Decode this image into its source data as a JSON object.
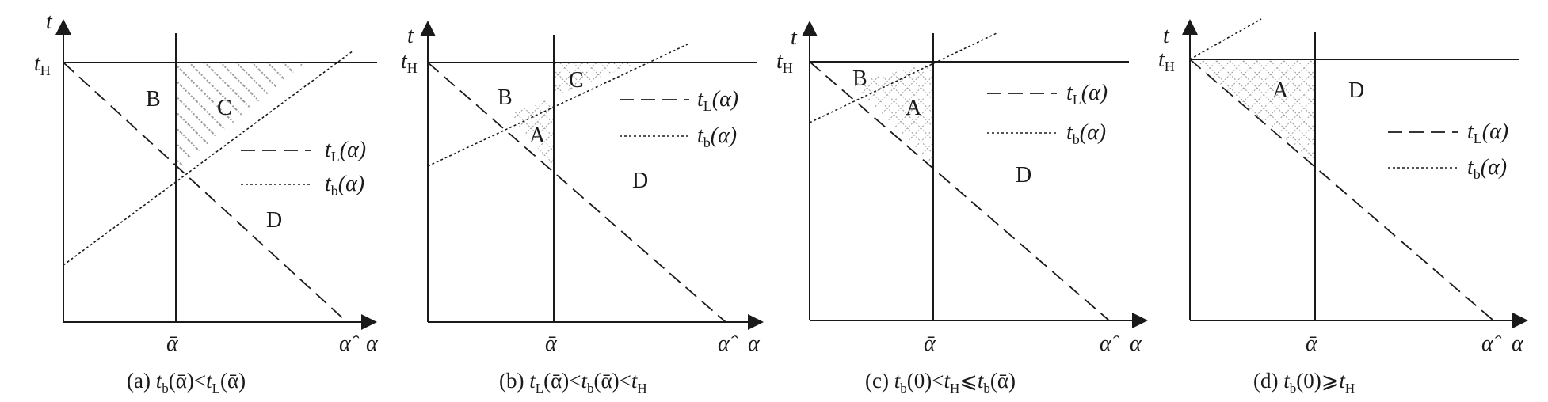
{
  "panels": [
    {
      "id": "a",
      "caption": {
        "prefix": "(a) ",
        "a1": "t",
        "a1sub": "b",
        "a1arg": "(ᾱ)",
        "op1": "<",
        "b1": "t",
        "b1sub": "L",
        "b1arg": "(ᾱ)",
        "op2": "",
        "c1": "",
        "c1sub": ""
      },
      "t_axis": "t",
      "alpha_axis": "α",
      "tH_main": "t",
      "tH_sub": "H",
      "alpha_bar": "ᾱ",
      "alpha_hat": "α̂",
      "regions": {
        "B": "B",
        "C": "C",
        "D": "D"
      },
      "legend": {
        "tL_main": "t",
        "tL_sub": "L",
        "tL_arg": "(α)",
        "tb_main": "t",
        "tb_sub": "b",
        "tb_arg": "(α)"
      }
    },
    {
      "id": "b",
      "caption": {
        "prefix": "(b) ",
        "a1": "t",
        "a1sub": "L",
        "a1arg": "(ᾱ)",
        "op1": "<",
        "b1": "t",
        "b1sub": "b",
        "b1arg": "(ᾱ)",
        "op2": "<",
        "c1": "t",
        "c1sub": "H"
      },
      "t_axis": "t",
      "alpha_axis": "α",
      "tH_main": "t",
      "tH_sub": "H",
      "alpha_bar": "ᾱ",
      "alpha_hat": "α̂",
      "regions": {
        "A": "A",
        "B": "B",
        "C": "C",
        "D": "D"
      },
      "legend": {
        "tL_main": "t",
        "tL_sub": "L",
        "tL_arg": "(α)",
        "tb_main": "t",
        "tb_sub": "b",
        "tb_arg": "(α)"
      }
    },
    {
      "id": "c",
      "caption": {
        "prefix": "(c) ",
        "a1": "t",
        "a1sub": "b",
        "a1arg": "(0)",
        "op1": "<",
        "b1": "t",
        "b1sub": "H",
        "b1arg": "",
        "op2": "⩽",
        "c1": "t",
        "c1sub": "b",
        "c1arg": "(ᾱ)"
      },
      "t_axis": "t",
      "alpha_axis": "α",
      "tH_main": "t",
      "tH_sub": "H",
      "alpha_bar": "ᾱ",
      "alpha_hat": "α̂",
      "regions": {
        "A": "A",
        "B": "B",
        "D": "D"
      },
      "legend": {
        "tL_main": "t",
        "tL_sub": "L",
        "tL_arg": "(α)",
        "tb_main": "t",
        "tb_sub": "b",
        "tb_arg": "(α)"
      }
    },
    {
      "id": "d",
      "caption": {
        "prefix": "(d) ",
        "a1": "t",
        "a1sub": "b",
        "a1arg": "(0)",
        "op1": "⩾",
        "b1": "t",
        "b1sub": "H",
        "b1arg": "",
        "op2": "",
        "c1": "",
        "c1sub": ""
      },
      "t_axis": "t",
      "alpha_axis": "α",
      "tH_main": "t",
      "tH_sub": "H",
      "alpha_bar": "ᾱ",
      "alpha_hat": "α̂",
      "regions": {
        "A": "A",
        "D": "D"
      },
      "legend": {
        "tL_main": "t",
        "tL_sub": "L",
        "tL_arg": "(α)",
        "tb_main": "t",
        "tb_sub": "b",
        "tb_arg": "(α)"
      }
    }
  ],
  "colors": {
    "ink": "#1a1a1a",
    "hatch": "#9a9a9a"
  }
}
